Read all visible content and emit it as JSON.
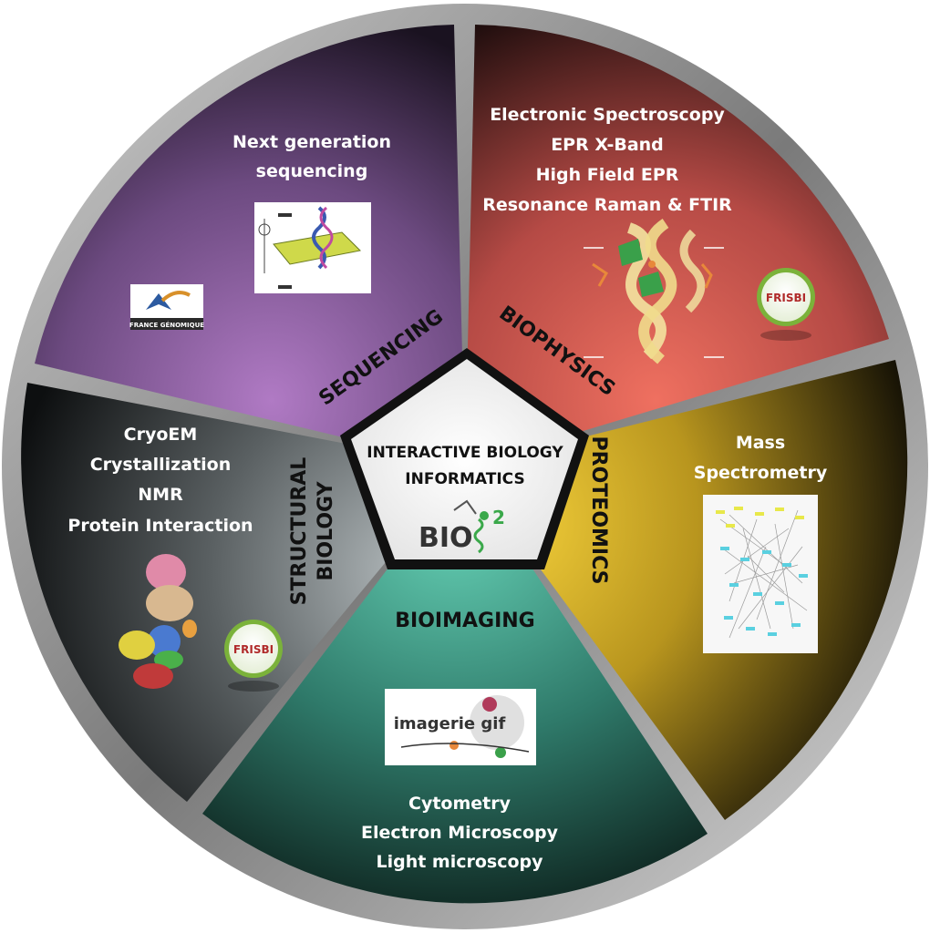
{
  "center": {
    "title_line1": "INTERACTIVE BIOLOGY",
    "title_line2": "INFORMATICS",
    "logo_text": "BIO",
    "logo_superscript": "2"
  },
  "sectors": {
    "sequencing": {
      "title": "SEQUENCING",
      "items": [
        "Next generation",
        "sequencing"
      ],
      "logo_text": "FRANCE GÉNOMIQUE",
      "color": "#9b6fb0"
    },
    "biophysics": {
      "title": "BIOPHYSICS",
      "items": [
        "Electronic Spectroscopy",
        "EPR X-Band",
        "High Field EPR",
        "Resonance Raman & FTIR"
      ],
      "logo_text": "FRISBI",
      "color": "#e86a5c"
    },
    "proteomics": {
      "title": "PROTEOMICS",
      "items": [
        "Mass",
        "Spectrometry"
      ],
      "color": "#e8c23a"
    },
    "bioimaging": {
      "title": "BIOIMAGING",
      "items": [
        "Cytometry",
        "Electron Microscopy",
        "Light microscopy"
      ],
      "logo_text": "imagerie gif",
      "color": "#5cc7ad"
    },
    "structural": {
      "title_line1": "STRUCTURAL",
      "title_line2": "BIOLOGY",
      "items": [
        "CryoEM",
        "Crystallization",
        "NMR",
        "Protein Interaction"
      ],
      "logo_text": "FRISBI",
      "color": "#a8b0b2"
    }
  },
  "icons": [
    "dna-sequencing-icon",
    "protein-helix-icon",
    "network-graph-icon",
    "cryoem-structure-icon",
    "microscopy-logo-icon"
  ]
}
